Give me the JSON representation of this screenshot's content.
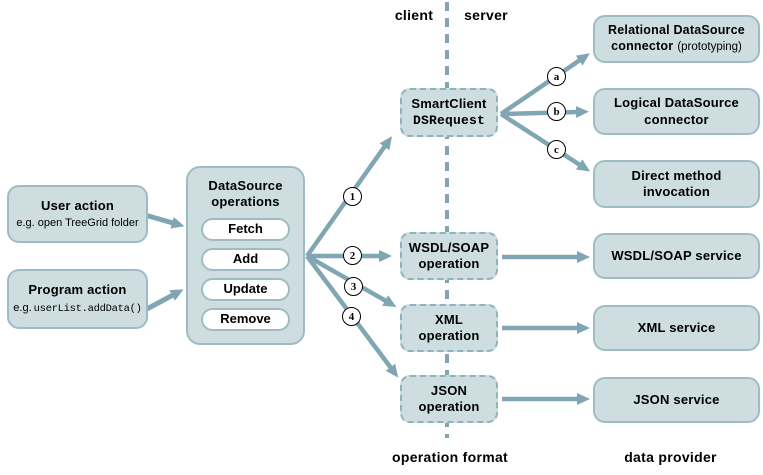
{
  "labels": {
    "client": "client",
    "server": "server",
    "operation_format": "operation format",
    "data_provider": "data provider"
  },
  "boxes": {
    "user_action": {
      "title": "User action",
      "subtitle": "e.g. open TreeGrid folder"
    },
    "program_action": {
      "title": "Program action",
      "subtitle_prefix": "e.g.",
      "subtitle_code": "userList.addData()"
    },
    "datasource_operations": {
      "title_line1": "DataSource",
      "title_line2": "operations",
      "buttons": [
        "Fetch",
        "Add",
        "Update",
        "Remove"
      ]
    },
    "smartclient": {
      "line1": "SmartClient",
      "line2": "DSRequest"
    },
    "wsdl_operation": {
      "line1": "WSDL/SOAP",
      "line2": "operation"
    },
    "xml_operation": {
      "line1": "XML",
      "line2": "operation"
    },
    "json_operation": {
      "line1": "JSON",
      "line2": "operation"
    },
    "relational_connector": {
      "line1": "Relational DataSource",
      "line2_bold": "connector",
      "line2_normal": "(prototyping)"
    },
    "logical_connector": {
      "line1": "Logical DataSource",
      "line2": "connector"
    },
    "direct_method": {
      "line1": "Direct method",
      "line2": "invocation"
    },
    "wsdl_service": {
      "label": "WSDL/SOAP service"
    },
    "xml_service": {
      "label": "XML service"
    },
    "json_service": {
      "label": "JSON service"
    }
  },
  "markers": {
    "numbered": [
      "1",
      "2",
      "3",
      "4"
    ],
    "lettered": [
      "a",
      "b",
      "c"
    ]
  },
  "colors": {
    "box_fill": "#cddde0",
    "box_border": "#9fbcc4",
    "dash_border": "#8fb3bd",
    "arrow": "#7fa6b2",
    "text": "#000000",
    "circle_fill": "#ffffff",
    "circle_border": "#000000"
  }
}
